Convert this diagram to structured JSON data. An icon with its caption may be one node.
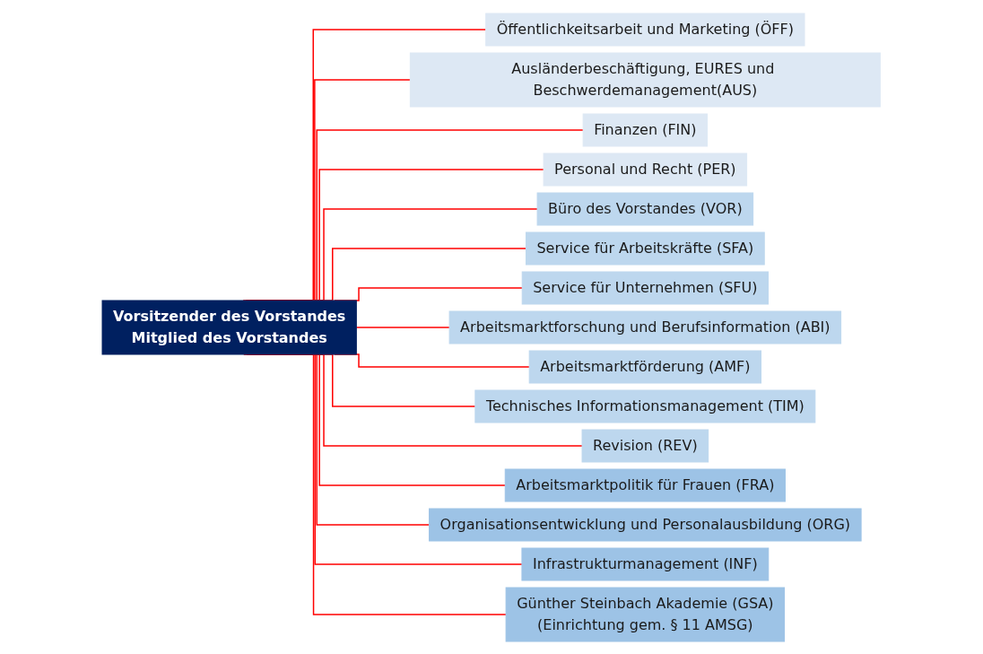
{
  "diagram": {
    "nodes": [
      {
        "text": [
          "Vorsitzender des Vorstandes",
          "Mitglied des Vorstandes"
        ]
      },
      {
        "text": [
          "Öffentlichkeitsarbeit und Marketing (ÖFF)"
        ]
      },
      {
        "text": [
          "Ausländerbeschäftigung, EURES und Beschwerdemanagement(AUS)"
        ]
      },
      {
        "text": [
          "Finanzen (FIN)"
        ]
      },
      {
        "text": [
          "Personal und Recht (PER)"
        ]
      },
      {
        "text": [
          "Büro des Vorstandes (VOR)"
        ]
      },
      {
        "text": [
          "Service für Arbeitskräfte (SFA)"
        ]
      },
      {
        "text": [
          "Service für Unternehmen (SFU)"
        ]
      },
      {
        "text": [
          "Arbeitsmarktforschung und Berufsinformation (ABI)"
        ]
      },
      {
        "text": [
          "Arbeitsmarktförderung (AMF)"
        ]
      },
      {
        "text": [
          "Technisches Informationsmanagement (TIM)"
        ]
      },
      {
        "text": [
          "Revision (REV)"
        ]
      },
      {
        "text": [
          "Arbeitsmarktpolitik für Frauen (FRA)"
        ]
      },
      {
        "text": [
          "Organisationsentwicklung und Personalausbildung (ORG)"
        ]
      },
      {
        "text": [
          "Infrastrukturmanagement (INF)"
        ]
      },
      {
        "text": [
          "Günther Steinbach Akademie (GSA)",
          "(Einrichtung gem. § 11 AMSG)"
        ]
      }
    ],
    "edges": [
      {
        "from": 0,
        "to": 1,
        "arrow": "none"
      },
      {
        "from": 0,
        "to": 2,
        "arrow": "none"
      },
      {
        "from": 0,
        "to": 3,
        "arrow": "none"
      },
      {
        "from": 0,
        "to": 4,
        "arrow": "none"
      },
      {
        "from": 0,
        "to": 5,
        "arrow": "none"
      },
      {
        "from": 0,
        "to": 6,
        "arrow": "none"
      },
      {
        "from": 0,
        "to": 7,
        "arrow": "none"
      },
      {
        "from": 0,
        "to": 8,
        "arrow": "none"
      },
      {
        "from": 0,
        "to": 9,
        "arrow": "none"
      },
      {
        "from": 0,
        "to": 10,
        "arrow": "none"
      },
      {
        "from": 0,
        "to": 11,
        "arrow": "none"
      },
      {
        "from": 0,
        "to": 12,
        "arrow": "none"
      },
      {
        "from": 0,
        "to": 13,
        "arrow": "none"
      },
      {
        "from": 0,
        "to": 14,
        "arrow": "none"
      },
      {
        "from": 0,
        "to": 15,
        "arrow": "none"
      }
    ]
  }
}
